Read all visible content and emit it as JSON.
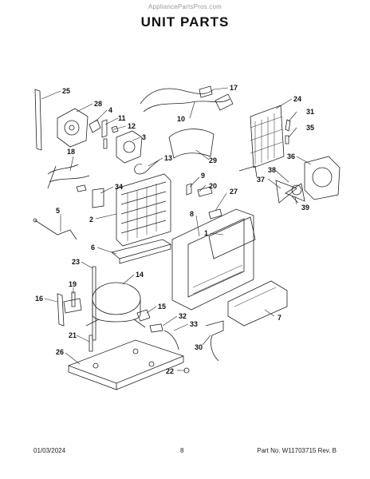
{
  "header": {
    "watermark": "AppliancePartsPros.com",
    "title": "UNIT PARTS"
  },
  "footer": {
    "date": "01/03/2024",
    "page": "8",
    "part": "Part No. W11703715  Rev. B"
  },
  "callouts": [
    "1",
    "2",
    "3",
    "4",
    "5",
    "6",
    "7",
    "8",
    "9",
    "10",
    "11",
    "12",
    "13",
    "14",
    "15",
    "16",
    "17",
    "18",
    "19",
    "20",
    "21",
    "22",
    "23",
    "24",
    "25",
    "26",
    "27",
    "28",
    "29",
    "30",
    "31",
    "32",
    "33",
    "34",
    "35",
    "36",
    "37",
    "38",
    "39"
  ]
}
